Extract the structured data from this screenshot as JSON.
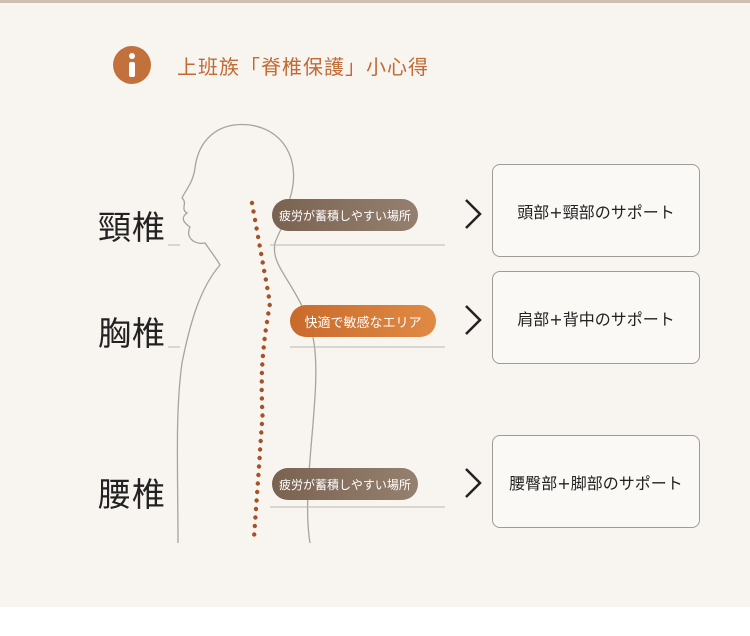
{
  "header": {
    "title": "上班族「脊椎保護」小心得"
  },
  "regions": [
    {
      "label": "頸椎",
      "tag": "疲労が蓄積しやすい場所",
      "support": "頭部+頸部のサポート"
    },
    {
      "label": "胸椎",
      "tag": "快適で敏感なエリア",
      "support": "肩部+背中のサポート"
    },
    {
      "label": "腰椎",
      "tag": "疲労が蓄積しやすい場所",
      "support": "腰臀部+脚部のサポート"
    }
  ],
  "colors": {
    "accent": "#c2713c",
    "pill_brown": "#85705f",
    "pill_orange": "#d3793a",
    "spine_dots": "#a4522a"
  },
  "icons": [
    "info-icon",
    "chevron-right-icon"
  ]
}
